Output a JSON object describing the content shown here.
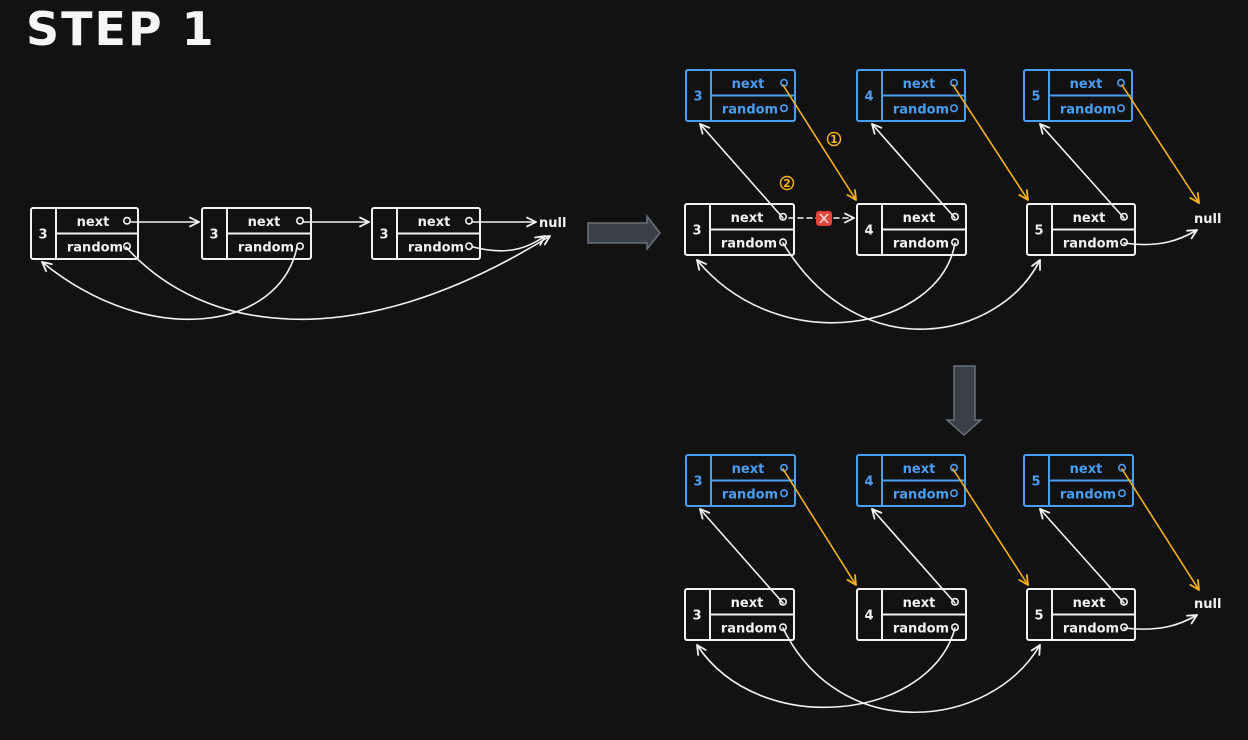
{
  "title": "STEP 1",
  "null_label": "null",
  "field_labels": {
    "next": "next",
    "random": "random"
  },
  "step_badges": [
    "1",
    "2"
  ],
  "colors": {
    "background": "#121212",
    "original": "#f2f2f2",
    "copy": "#4a9ff5",
    "new_link": "#f5b21b",
    "removed": "#e0443a"
  },
  "diagram_1": {
    "values": [
      "3",
      "3",
      "3"
    ]
  },
  "diagram_2": {
    "copies": [
      "3",
      "4",
      "5"
    ],
    "originals": [
      "3",
      "4",
      "5"
    ]
  },
  "diagram_3": {
    "copies": [
      "3",
      "4",
      "5"
    ],
    "originals": [
      "3",
      "4",
      "5"
    ]
  }
}
